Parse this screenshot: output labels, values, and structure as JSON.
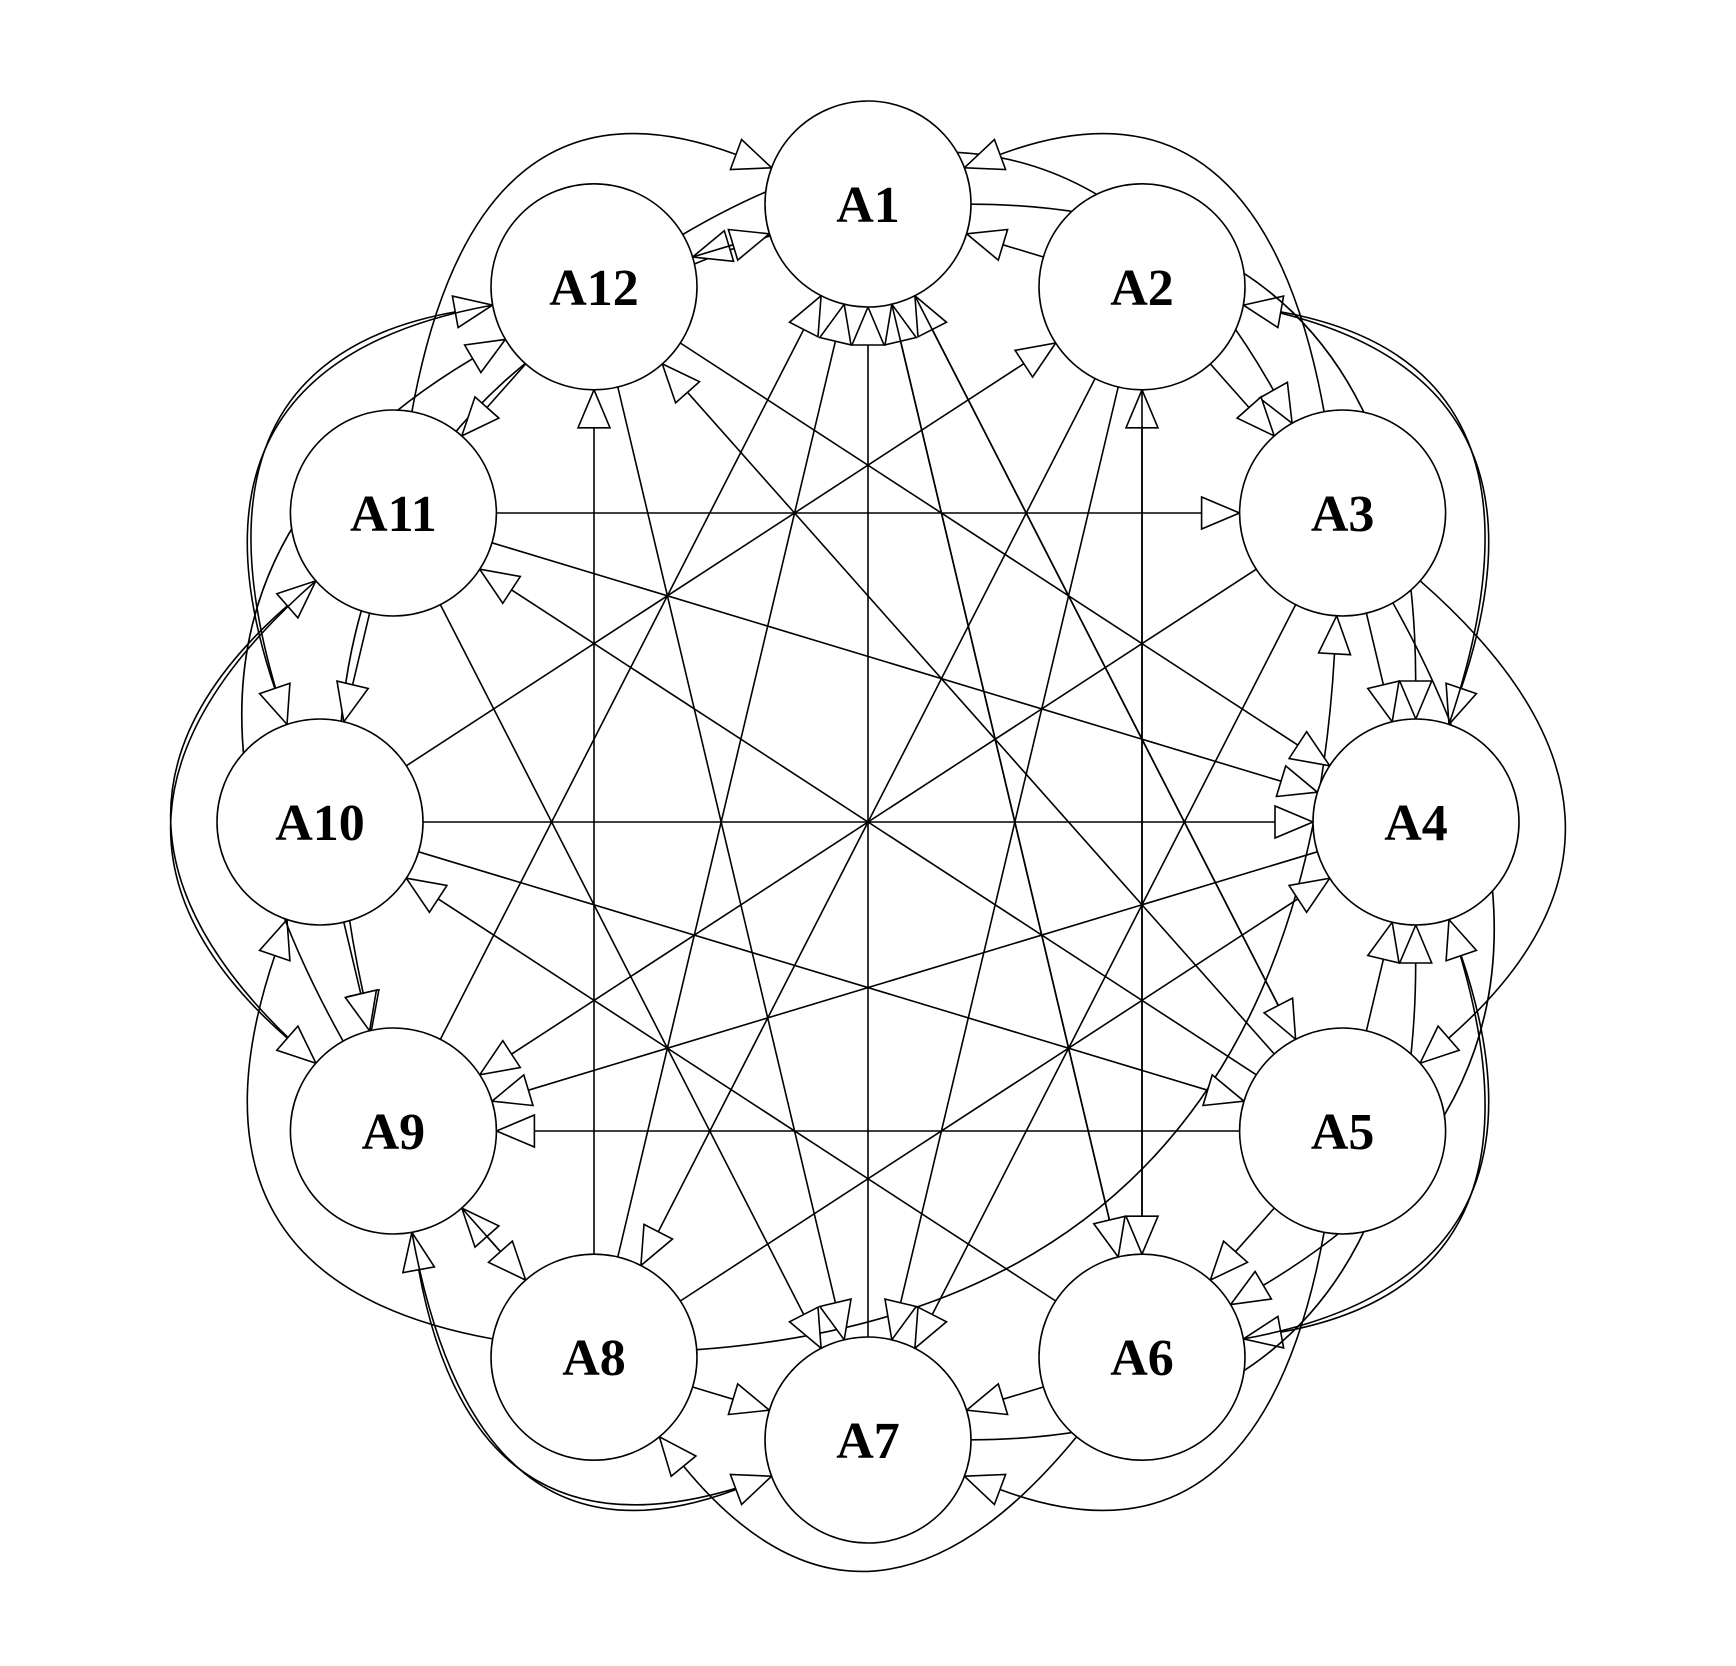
{
  "graph": {
    "type": "directed-graph",
    "nodes": [
      {
        "id": "A1",
        "label": "A1"
      },
      {
        "id": "A2",
        "label": "A2"
      },
      {
        "id": "A3",
        "label": "A3"
      },
      {
        "id": "A4",
        "label": "A4"
      },
      {
        "id": "A5",
        "label": "A5"
      },
      {
        "id": "A6",
        "label": "A6"
      },
      {
        "id": "A7",
        "label": "A7"
      },
      {
        "id": "A8",
        "label": "A8"
      },
      {
        "id": "A9",
        "label": "A9"
      },
      {
        "id": "A10",
        "label": "A10"
      },
      {
        "id": "A11",
        "label": "A11"
      },
      {
        "id": "A12",
        "label": "A12"
      }
    ],
    "edges": [
      {
        "from": "A2",
        "to": "A1"
      },
      {
        "from": "A1",
        "to": "A12"
      },
      {
        "from": "A12",
        "to": "A1"
      },
      {
        "from": "A2",
        "to": "A3"
      },
      {
        "from": "A3",
        "to": "A4"
      },
      {
        "from": "A5",
        "to": "A4"
      },
      {
        "from": "A5",
        "to": "A6"
      },
      {
        "from": "A6",
        "to": "A7"
      },
      {
        "from": "A8",
        "to": "A7"
      },
      {
        "from": "A8",
        "to": "A9"
      },
      {
        "from": "A9",
        "to": "A8"
      },
      {
        "from": "A10",
        "to": "A9"
      },
      {
        "from": "A11",
        "to": "A10"
      },
      {
        "from": "A12",
        "to": "A11"
      },
      {
        "from": "A11",
        "to": "A3"
      },
      {
        "from": "A10",
        "to": "A4"
      },
      {
        "from": "A7",
        "to": "A1"
      },
      {
        "from": "A6",
        "to": "A2"
      },
      {
        "from": "A2",
        "to": "A6"
      },
      {
        "from": "A8",
        "to": "A12"
      },
      {
        "from": "A10",
        "to": "A2"
      },
      {
        "from": "A9",
        "to": "A1"
      },
      {
        "from": "A8",
        "to": "A1"
      },
      {
        "from": "A6",
        "to": "A1"
      },
      {
        "from": "A5",
        "to": "A1"
      },
      {
        "from": "A2",
        "to": "A8"
      },
      {
        "from": "A2",
        "to": "A7"
      },
      {
        "from": "A12",
        "to": "A7"
      },
      {
        "from": "A11",
        "to": "A7"
      },
      {
        "from": "A11",
        "to": "A4"
      },
      {
        "from": "A12",
        "to": "A4"
      },
      {
        "from": "A5",
        "to": "A12"
      },
      {
        "from": "A5",
        "to": "A11"
      },
      {
        "from": "A10",
        "to": "A5"
      },
      {
        "from": "A5",
        "to": "A9"
      },
      {
        "from": "A4",
        "to": "A9"
      },
      {
        "from": "A3",
        "to": "A9"
      },
      {
        "from": "A3",
        "to": "A7"
      },
      {
        "from": "A8",
        "to": "A4"
      },
      {
        "from": "A6",
        "to": "A10"
      },
      {
        "from": "A1",
        "to": "A5"
      },
      {
        "from": "A1",
        "to": "A6"
      }
    ],
    "outer_arcs": [
      {
        "from": "A12",
        "to": "A3"
      },
      {
        "from": "A11",
        "to": "A1"
      },
      {
        "from": "A10",
        "to": "A12"
      },
      {
        "from": "A9",
        "to": "A11"
      },
      {
        "from": "A3",
        "to": "A1"
      },
      {
        "from": "A2",
        "to": "A4"
      },
      {
        "from": "A4",
        "to": "A2"
      },
      {
        "from": "A1",
        "to": "A4"
      },
      {
        "from": "A3",
        "to": "A5"
      },
      {
        "from": "A3",
        "to": "A6"
      },
      {
        "from": "A4",
        "to": "A6"
      },
      {
        "from": "A5",
        "to": "A7"
      },
      {
        "from": "A6",
        "to": "A8"
      },
      {
        "from": "A7",
        "to": "A9"
      },
      {
        "from": "A9",
        "to": "A7"
      },
      {
        "from": "A8",
        "to": "A10"
      },
      {
        "from": "A11",
        "to": "A9"
      },
      {
        "from": "A12",
        "to": "A10"
      },
      {
        "from": "A1",
        "to": "A9"
      },
      {
        "from": "A7",
        "to": "A4"
      },
      {
        "from": "A6",
        "to": "A4"
      },
      {
        "from": "A8",
        "to": "A3"
      },
      {
        "from": "A9",
        "to": "A12"
      }
    ]
  }
}
